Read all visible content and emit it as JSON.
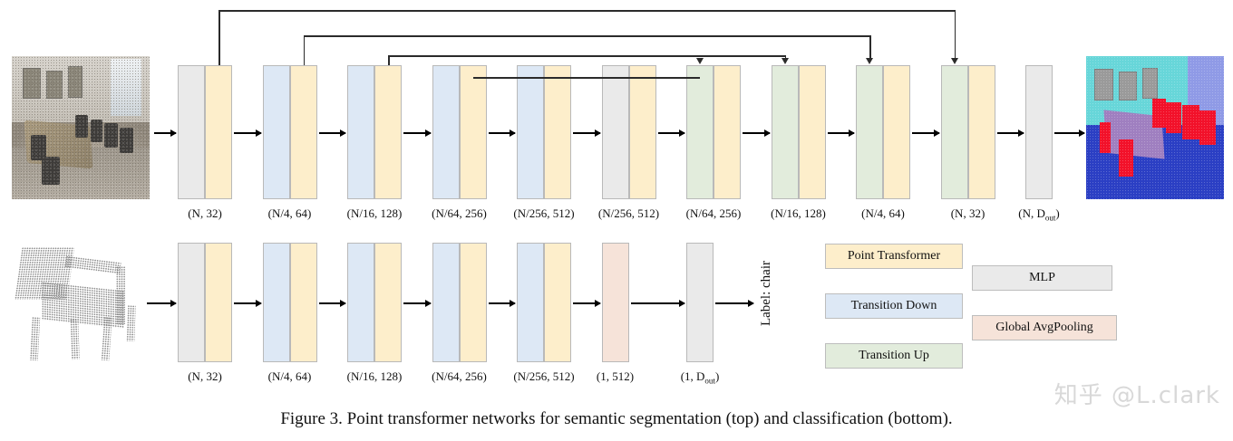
{
  "figure": {
    "caption": "Figure 3. Point transformer networks for semantic segmentation (top) and classification (bottom).",
    "watermark": "知乎 @L.clark"
  },
  "top_row": {
    "name": "semantic-segmentation-network",
    "input_image_alt": "indoor conference room point cloud",
    "output_image_alt": "semantically segmented conference room point cloud",
    "blocks": [
      {
        "label": "(N, 32)",
        "segments": [
          "mlp",
          "pt"
        ]
      },
      {
        "label": "(N/4, 64)",
        "segments": [
          "td",
          "pt"
        ]
      },
      {
        "label": "(N/16, 128)",
        "segments": [
          "td",
          "pt"
        ]
      },
      {
        "label": "(N/64, 256)",
        "segments": [
          "td",
          "pt"
        ]
      },
      {
        "label": "(N/256, 512)",
        "segments": [
          "td",
          "pt"
        ]
      },
      {
        "label": "(N/256, 512)",
        "segments": [
          "mlp",
          "pt"
        ]
      },
      {
        "label": "(N/64, 256)",
        "segments": [
          "tu",
          "pt"
        ]
      },
      {
        "label": "(N/16, 128)",
        "segments": [
          "tu",
          "pt"
        ]
      },
      {
        "label": "(N/4, 64)",
        "segments": [
          "tu",
          "pt"
        ]
      },
      {
        "label": "(N, 32)",
        "segments": [
          "tu",
          "pt"
        ]
      },
      {
        "label": "(N, Dout)",
        "segments": [
          "mlp"
        ]
      }
    ],
    "skip_connections": [
      {
        "from_block": 0,
        "to_block": 9
      },
      {
        "from_block": 1,
        "to_block": 8
      },
      {
        "from_block": 2,
        "to_block": 7
      },
      {
        "from_block": 3,
        "to_block": 6
      }
    ]
  },
  "bottom_row": {
    "name": "classification-network",
    "input_image_alt": "chair point cloud",
    "output_label": "Label: chair",
    "blocks": [
      {
        "label": "(N, 32)",
        "segments": [
          "mlp",
          "pt"
        ]
      },
      {
        "label": "(N/4, 64)",
        "segments": [
          "td",
          "pt"
        ]
      },
      {
        "label": "(N/16, 128)",
        "segments": [
          "td",
          "pt"
        ]
      },
      {
        "label": "(N/64, 256)",
        "segments": [
          "td",
          "pt"
        ]
      },
      {
        "label": "(N/256, 512)",
        "segments": [
          "td",
          "pt"
        ]
      },
      {
        "label": "(1, 512)",
        "segments": [
          "gap"
        ]
      },
      {
        "label": "(1, Dout)",
        "segments": [
          "mlp"
        ]
      }
    ]
  },
  "legend": {
    "items": [
      {
        "label": "Point Transformer",
        "color": "#fdeecb",
        "key": "pt"
      },
      {
        "label": "Transition Down",
        "color": "#dde8f5",
        "key": "td"
      },
      {
        "label": "Transition Up",
        "color": "#e2ecdc",
        "key": "tu"
      },
      {
        "label": "MLP",
        "color": "#eaeaea",
        "key": "mlp"
      },
      {
        "label": "Global AvgPooling",
        "color": "#f6e3d9",
        "key": "gap"
      }
    ]
  },
  "colors": {
    "point_transformer": "#fdeecb",
    "transition_down": "#dde8f5",
    "transition_up": "#e2ecdc",
    "mlp": "#eaeaea",
    "global_avgpooling": "#f6e3d9",
    "arrow": "#000000",
    "skip": "#2b2b2b",
    "block_border": "#b9b9b9"
  }
}
